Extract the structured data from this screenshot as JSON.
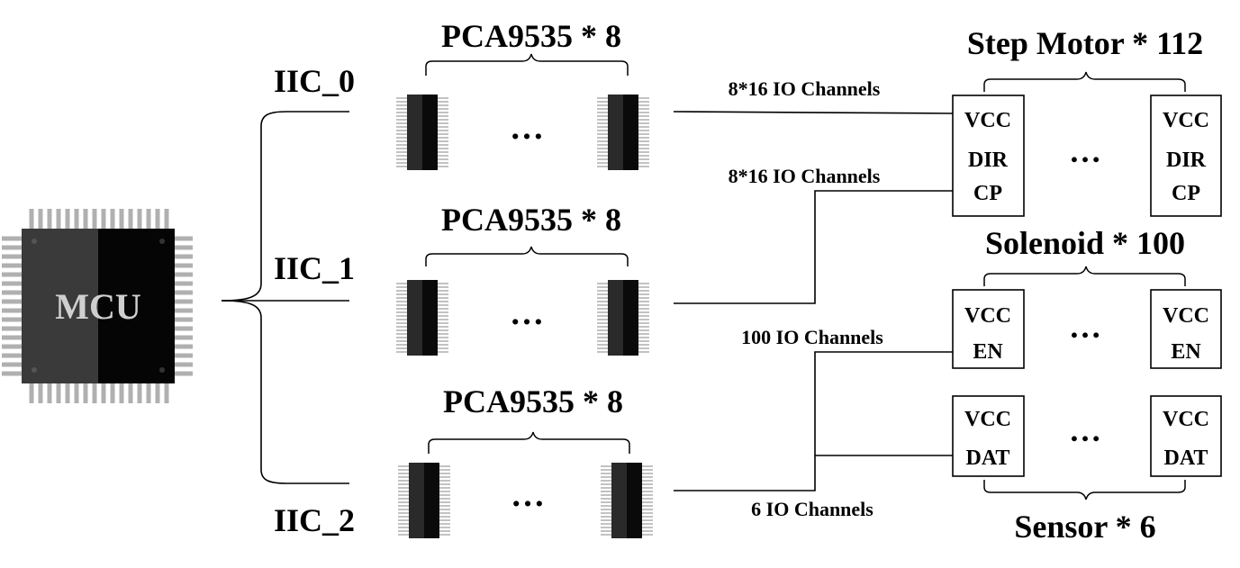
{
  "mcu": {
    "label": "MCU"
  },
  "buses": [
    {
      "label": "IIC_0",
      "group_label": "PCA9535 * 8"
    },
    {
      "label": "IIC_1",
      "group_label": "PCA9535 * 8"
    },
    {
      "label": "IIC_2",
      "group_label": "PCA9535 * 8"
    }
  ],
  "ellipsis": "…",
  "channels": {
    "top": "8*16 IO Channels",
    "second": "8*16 IO Channels",
    "third": "100 IO Channels",
    "bottom": "6 IO Channels"
  },
  "devices": {
    "step_motor": {
      "title": "Step Motor * 112",
      "pins": [
        "VCC",
        "DIR",
        "CP"
      ]
    },
    "solenoid": {
      "title": "Solenoid * 100",
      "pins": [
        "VCC",
        "EN"
      ]
    },
    "sensor": {
      "title": "Sensor * 6",
      "pins": [
        "VCC",
        "DAT"
      ]
    }
  }
}
